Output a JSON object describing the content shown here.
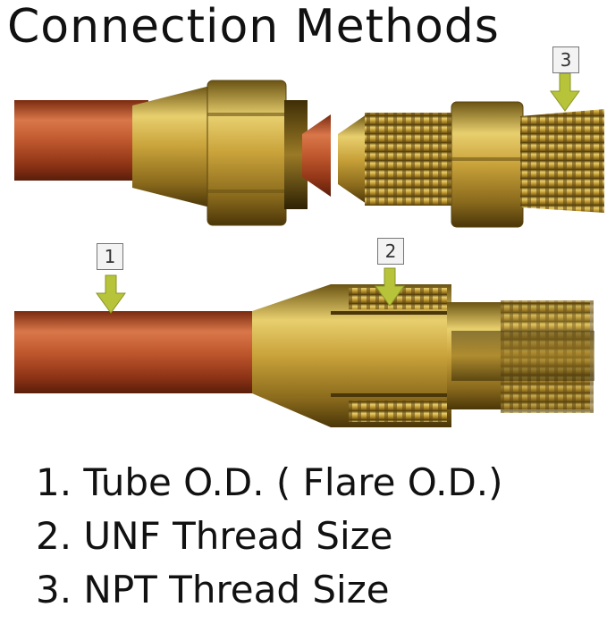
{
  "title": "Connection Methods",
  "callouts": [
    "1",
    "2",
    "3"
  ],
  "legend": [
    "1. Tube O.D. ( Flare O.D.)",
    "2. UNF Thread Size",
    "3. NPT Thread Size"
  ],
  "colors": {
    "copper": "#b5552d",
    "brass": "#c9a23a",
    "arrow": "#b7c43a"
  }
}
